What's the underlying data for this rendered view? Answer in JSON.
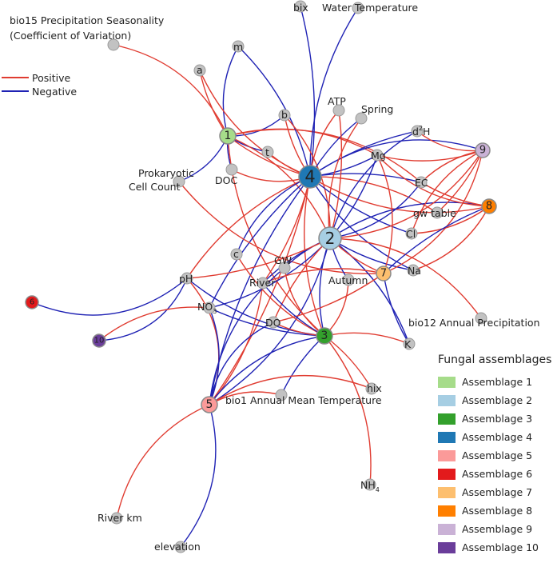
{
  "legend_edges": [
    {
      "label": "Positive",
      "color": "#e03c31"
    },
    {
      "label": "Negative",
      "color": "#1f22b4"
    }
  ],
  "legend_assemblages": {
    "title": "Fungal assemblages",
    "items": [
      {
        "label": "Assemblage 1",
        "color": "#a6dc8a"
      },
      {
        "label": "Assemblage 2",
        "color": "#a6cee3"
      },
      {
        "label": "Assemblage 3",
        "color": "#33a02c"
      },
      {
        "label": "Assemblage 4",
        "color": "#1f78b4"
      },
      {
        "label": "Assemblage 5",
        "color": "#fb9a99"
      },
      {
        "label": "Assemblage 6",
        "color": "#e31a1c"
      },
      {
        "label": "Assemblage 7",
        "color": "#fdbf6f"
      },
      {
        "label": "Assemblage 8",
        "color": "#ff7f00"
      },
      {
        "label": "Assemblage 9",
        "color": "#cab2d6"
      },
      {
        "label": "Assemblage 10",
        "color": "#6a3d9a"
      }
    ]
  },
  "assemblage_nodes": [
    "1",
    "2",
    "3",
    "4",
    "5",
    "6",
    "7",
    "8",
    "9",
    "10"
  ],
  "variable_labels": {
    "bio15": "bio15 Precipitation Seasonality",
    "bio15_sub": "(Coefficient of Variation)",
    "bix": "bix",
    "water_temp": "Water Temperature",
    "m": "m",
    "a": "a",
    "b": "b",
    "t": "t",
    "atp": "ATP",
    "spring": "Spring",
    "d2h": "d",
    "d2h_sup": "2",
    "d2h_tail": "H",
    "mg": "Mg",
    "ec": "EC",
    "gw_table": "gw table",
    "cl": "Cl",
    "na": "Na",
    "prok": "Prokaryotic",
    "prok_sub": "Cell Count",
    "doc": "DOC",
    "c": "c",
    "gw": "GW",
    "river": "River",
    "ph": "pH",
    "no3": "NO",
    "no3_sub": "3",
    "autumn": "Autumn",
    "do": "DO",
    "bio12": "bio12 Annual Precipitation",
    "k": "K",
    "hix": "hix",
    "bio1": "bio1 Annual Mean Temperature",
    "nh4": "NH",
    "nh4_sub": "4",
    "river_km": "River km",
    "elevation": "elevation"
  }
}
